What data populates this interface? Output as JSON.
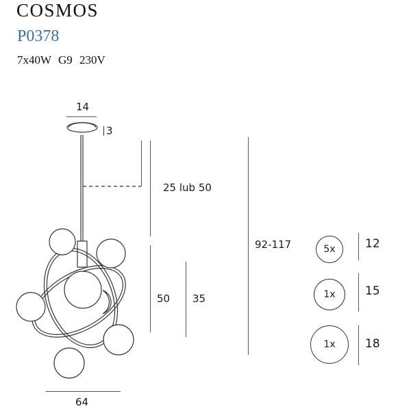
{
  "header": {
    "title": "COSMOS",
    "code": "P0378",
    "spec": "7x40W  G9  230V",
    "code_color": "#3b6fa8"
  },
  "dimensions": {
    "canopy_diameter": "14",
    "canopy_height": "3",
    "rod_length": "25 lub 50",
    "body_height": "50",
    "inner_height": "35",
    "total_height": "92-117",
    "width": "64"
  },
  "bulbs": [
    {
      "count": "5x",
      "diameter": "12"
    },
    {
      "count": "1x",
      "diameter": "15"
    },
    {
      "count": "1x",
      "diameter": "18"
    }
  ]
}
